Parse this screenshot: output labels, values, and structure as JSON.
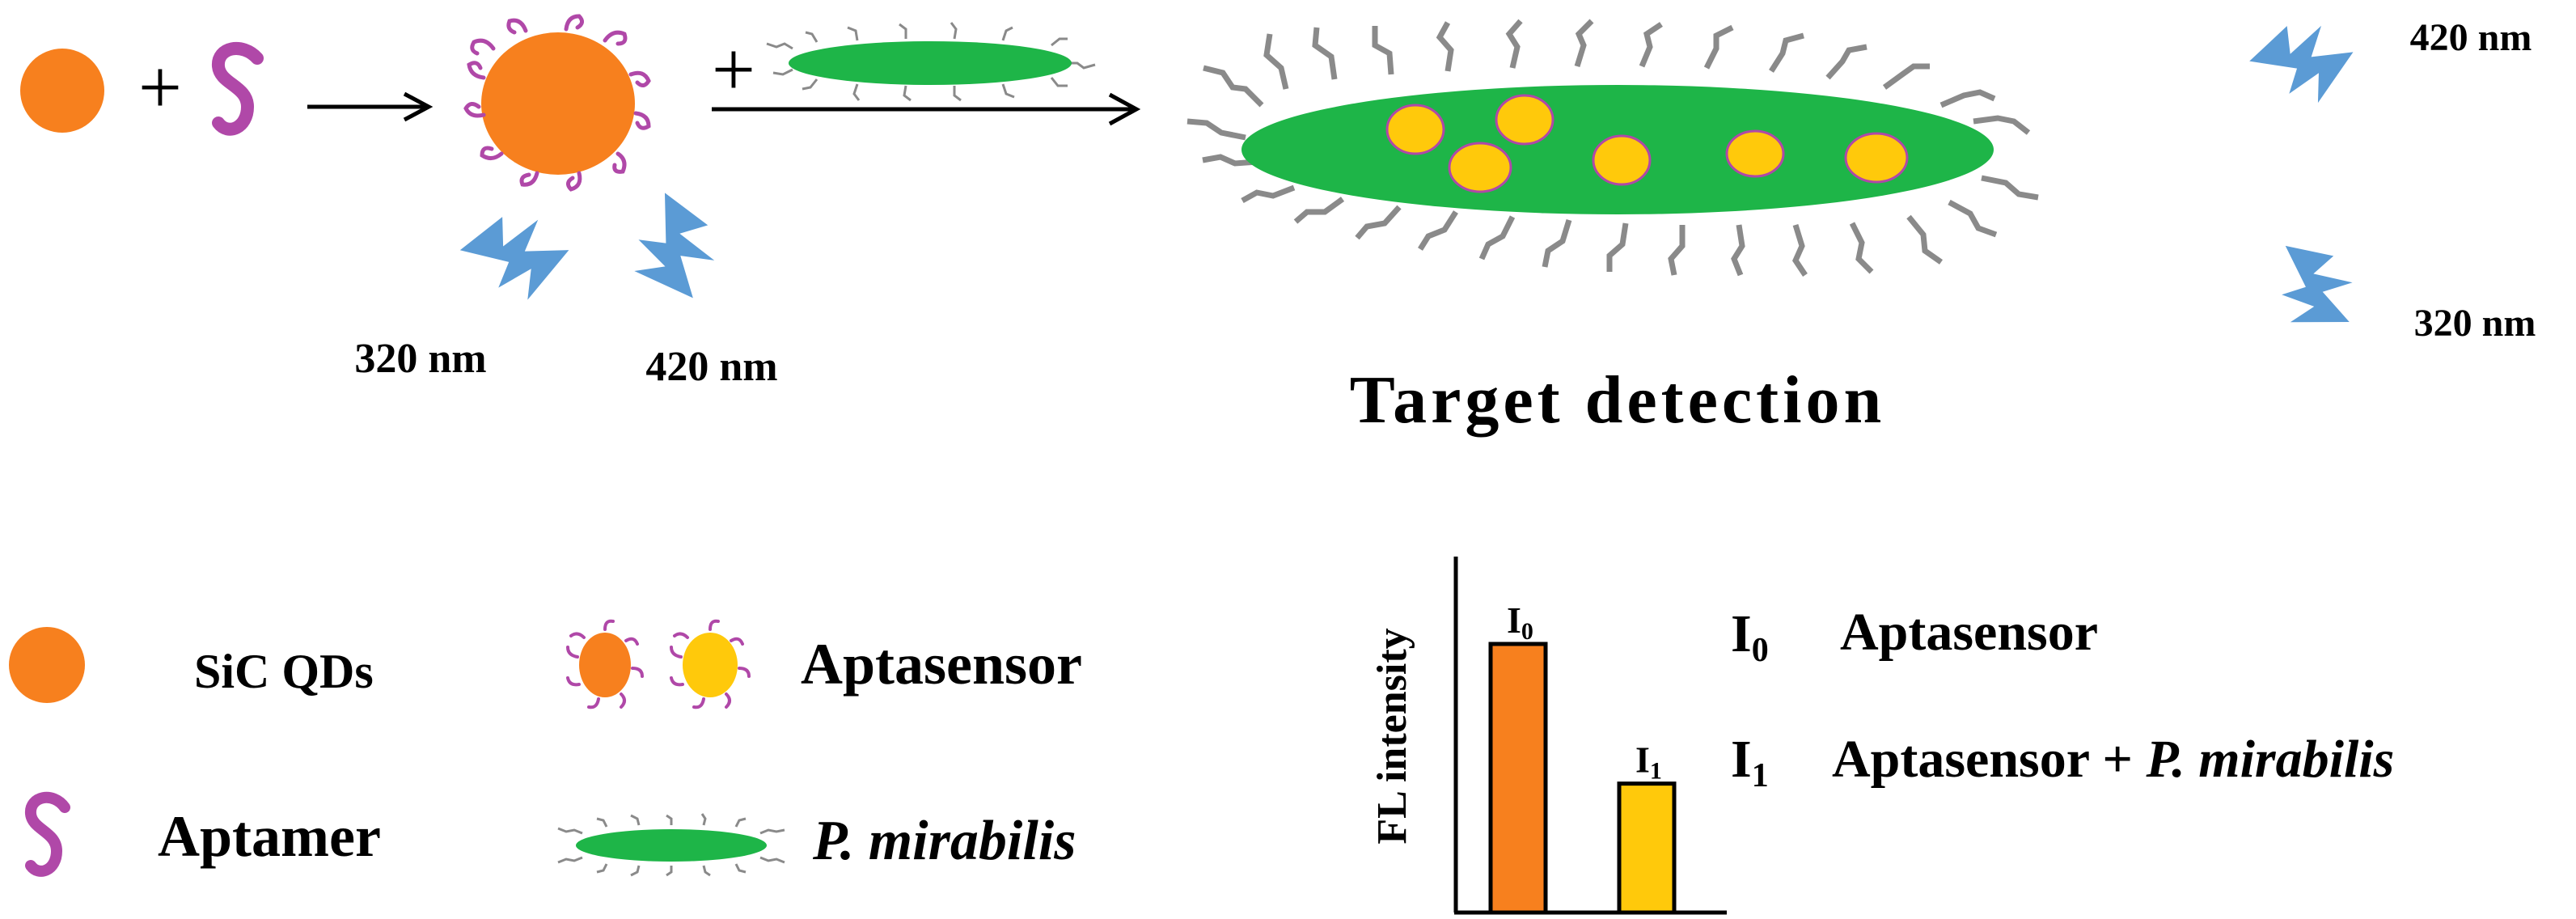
{
  "labels": {
    "top_left_320": "320 nm",
    "top_left_420": "420 nm",
    "right_420": "420 nm",
    "right_320": "320 nm",
    "target_detection": "Target detection"
  },
  "symbols": {
    "plus": "+"
  },
  "legend": {
    "sic_qds": "SiC QDs",
    "aptamer": "Aptamer",
    "aptasensor": "Aptasensor",
    "p_mirabilis": "P. mirabilis"
  },
  "chart_data": {
    "type": "bar",
    "ylabel": "FL intensity",
    "categories": [
      "I0",
      "I1"
    ],
    "values": [
      1.0,
      0.48
    ],
    "series_colors": [
      "#f7801e",
      "#ffc90b"
    ],
    "tick_labels": {
      "I0": "I",
      "I0_sub": "0",
      "I1": "I",
      "I1_sub": "1"
    }
  },
  "chart_legend": {
    "i0_main": "I",
    "i0_sub": "0",
    "i0_text": "Aptasensor",
    "i1_main": "I",
    "i1_sub": "1",
    "i1_text": "Aptasensor + ",
    "i1_text_italic": "P. mirabilis"
  },
  "colors": {
    "qd_orange": "#f7801e",
    "qd_yellow": "#ffc90b",
    "aptamer_purple": "#b048a8",
    "bacterium_green": "#1eb548",
    "flagella_gray": "#8a8a8a",
    "light_blue": "#5b9bd5"
  }
}
